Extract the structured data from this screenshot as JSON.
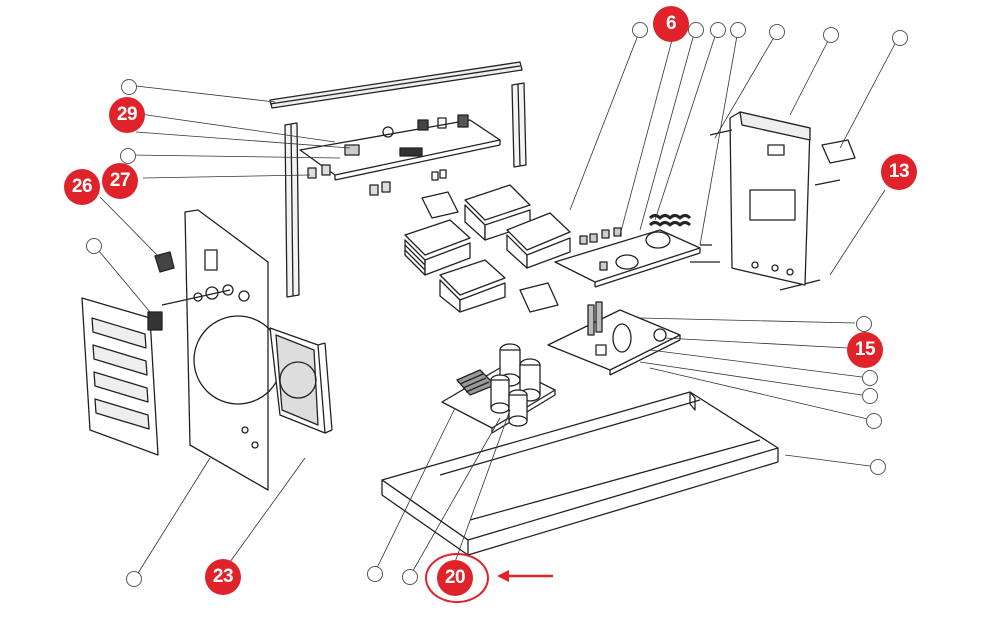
{
  "callouts": [
    {
      "id": "6",
      "label": "6"
    },
    {
      "id": "29",
      "label": "29"
    },
    {
      "id": "26",
      "label": "26"
    },
    {
      "id": "27",
      "label": "27"
    },
    {
      "id": "13",
      "label": "13"
    },
    {
      "id": "15",
      "label": "15"
    },
    {
      "id": "23",
      "label": "23"
    },
    {
      "id": "20",
      "label": "20"
    }
  ],
  "colors": {
    "badge": "#e0232b",
    "line": "#222222"
  }
}
